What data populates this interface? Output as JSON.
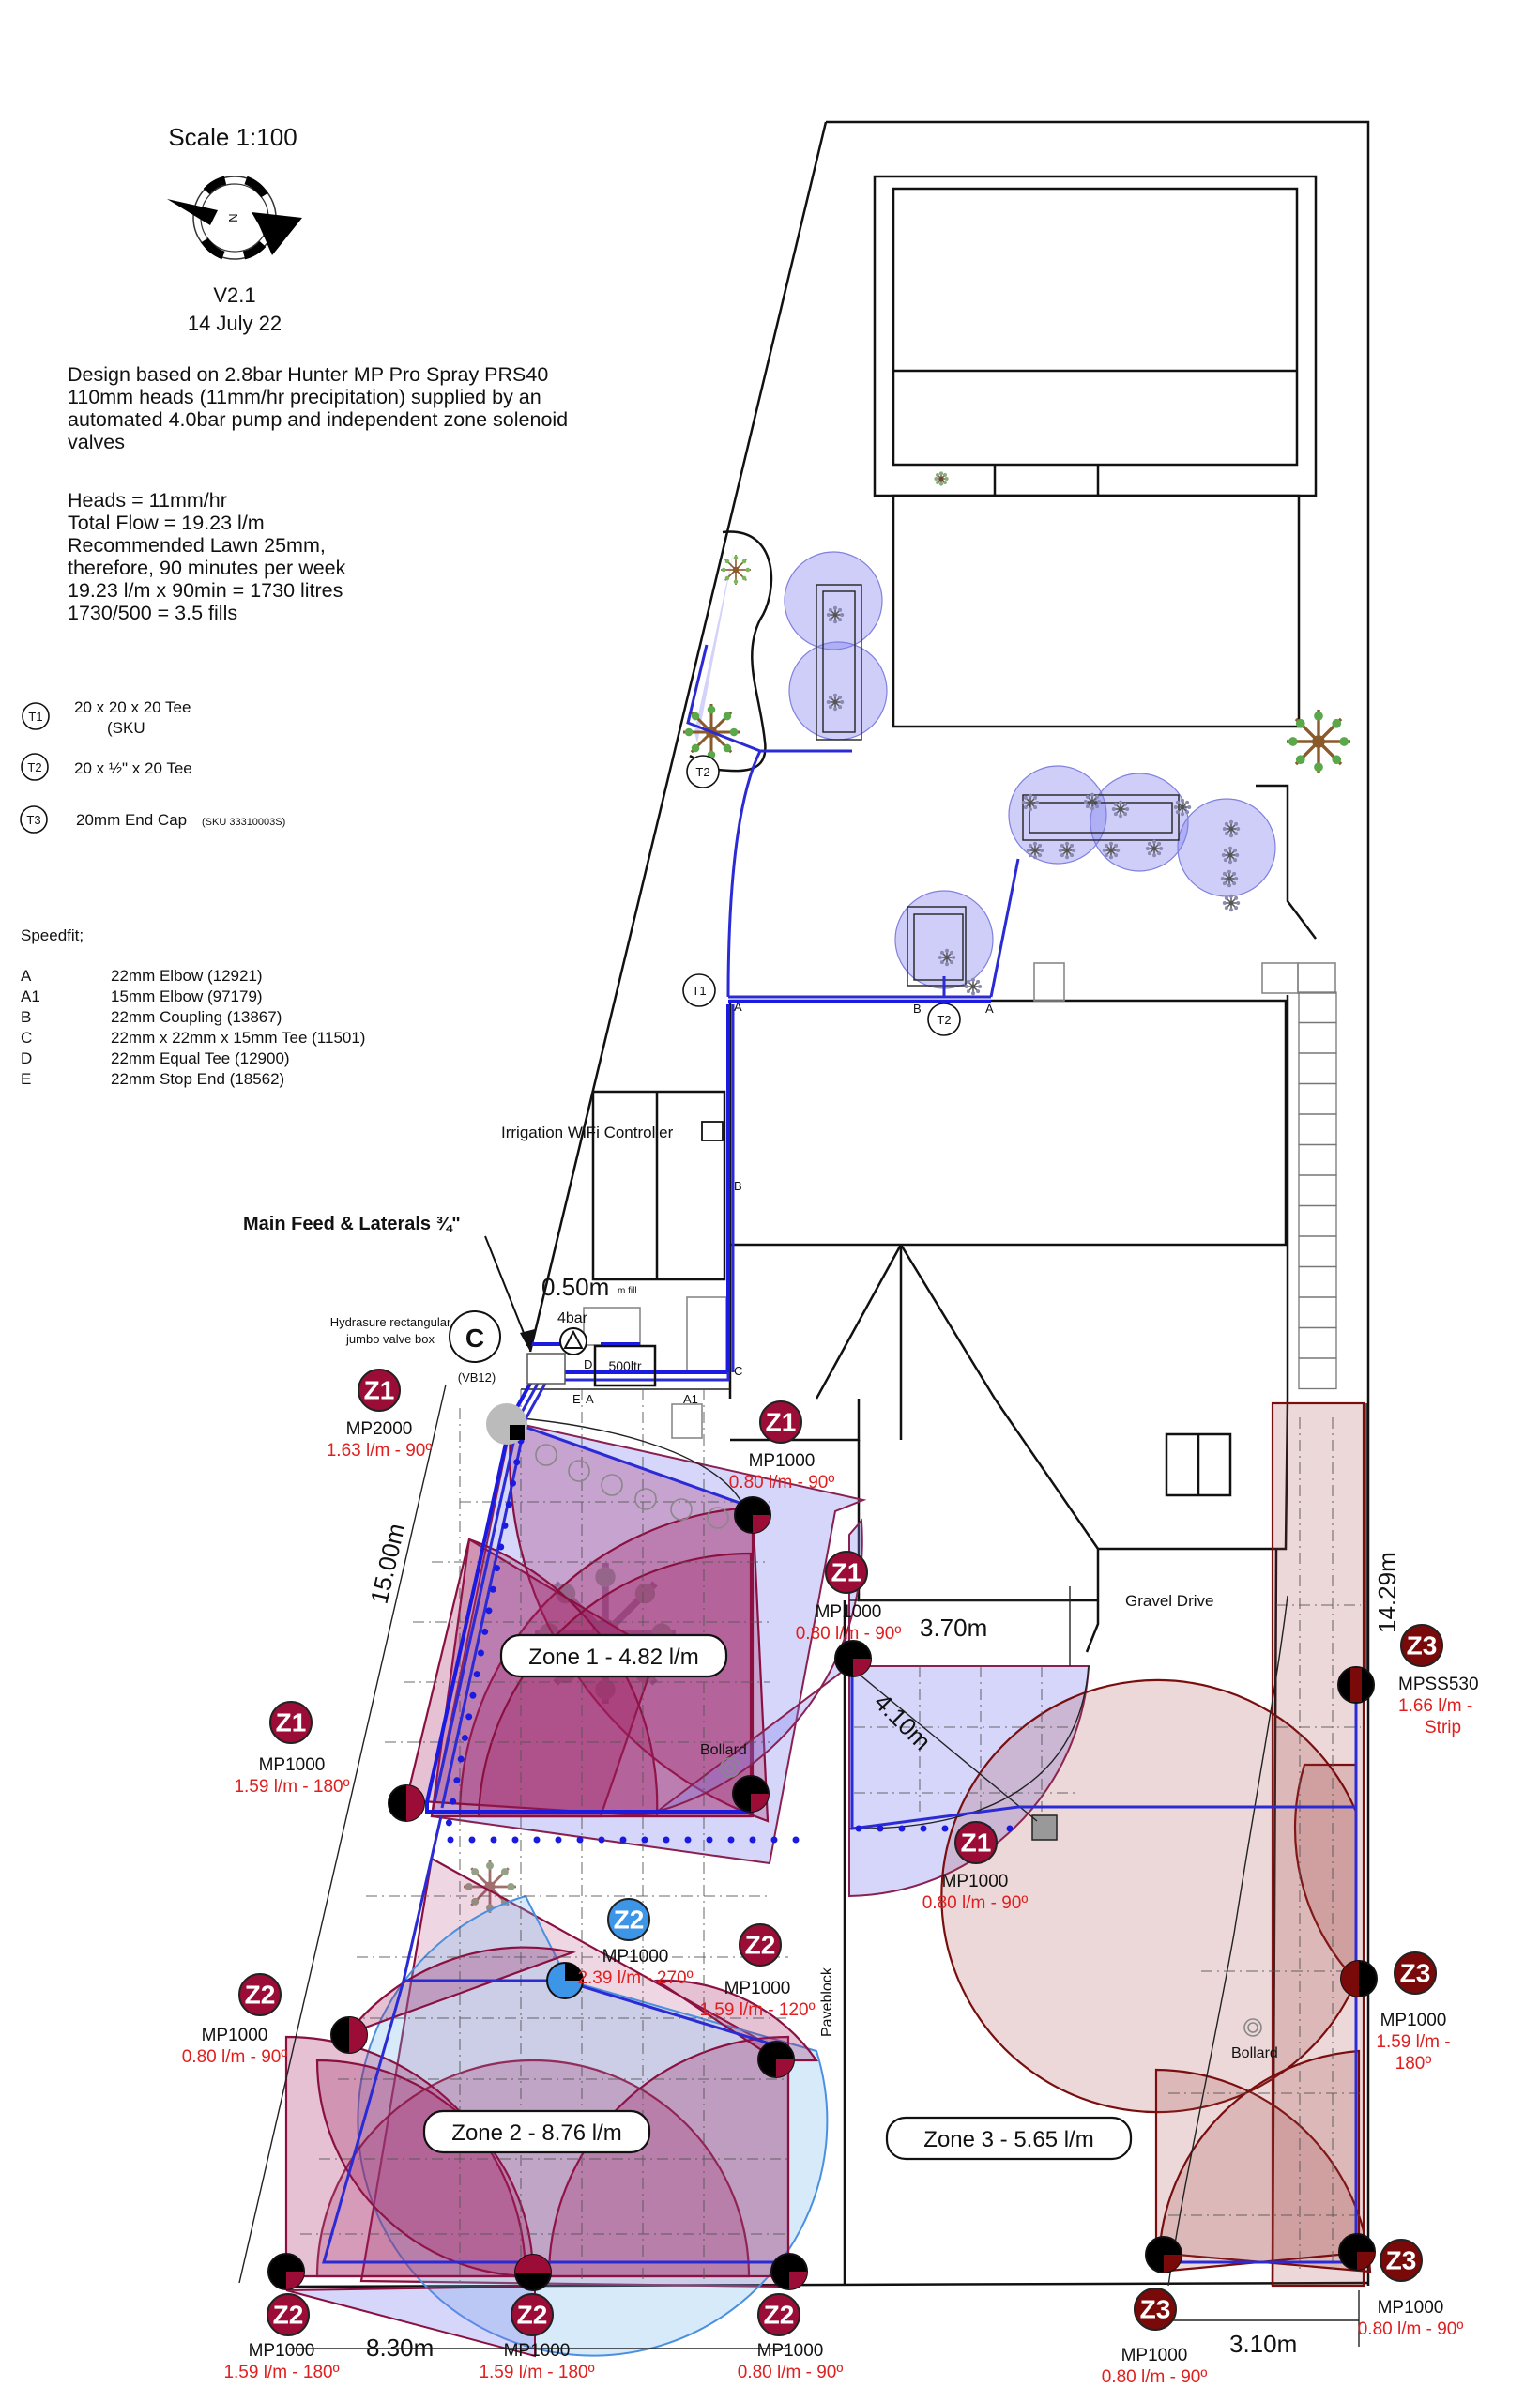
{
  "header": {
    "scale": "Scale 1:100",
    "compass_label": "N",
    "version": "V2.1",
    "date": "14 July 22"
  },
  "design_notes": [
    "Design based on 2.8bar Hunter MP Pro Spray PRS40",
    "110mm heads (11mm/hr precipitation) supplied by an",
    "automated 4.0bar pump and independent zone solenoid",
    "valves"
  ],
  "calculations": [
    "Heads = 11mm/hr",
    "Total Flow = 19.23 l/m",
    "Recommended Lawn 25mm,",
    "therefore, 90 minutes per week",
    "19.23 l/m x 90min = 1730 litres",
    "1730/500 = 3.5 fills"
  ],
  "tee_legend": [
    {
      "code": "T1",
      "desc": "20 x 20 x 20 Tee",
      "sub": "(SKU"
    },
    {
      "code": "T2",
      "desc": "20 x ½\" x 20 Tee",
      "sub": ""
    },
    {
      "code": "T3",
      "desc": "20mm End Cap",
      "sub": "(SKU 33310003S)"
    }
  ],
  "speedfit": {
    "title": "Speedfit;",
    "items": [
      {
        "code": "A",
        "desc": "22mm Elbow (12921)"
      },
      {
        "code": "A1",
        "desc": "15mm Elbow (97179)"
      },
      {
        "code": "B",
        "desc": "22mm Coupling (13867)"
      },
      {
        "code": "C",
        "desc": "22mm x 22mm x 15mm Tee (11501)"
      },
      {
        "code": "D",
        "desc": "22mm Equal Tee (12900)"
      },
      {
        "code": "E",
        "desc": "22mm Stop End (18562)"
      }
    ]
  },
  "plan_labels": {
    "controller": "Irrigation WiFi Controller",
    "main_feed": "Main Feed & Laterals ¾\"",
    "valve_box": [
      "Hydrasure rectangular",
      "jumbo valve box"
    ],
    "valve_box_code": "C",
    "valve_box_ref": "(VB12)",
    "pump": "4bar",
    "tank": "500ltr",
    "fill": "0.50m",
    "fill_suffix": "m fill",
    "gravel_drive": "Gravel Drive",
    "bollard": "Bollard",
    "paveblock": "Paveblock",
    "fittings": {
      "A": "A",
      "A1": "A1",
      "B": "B",
      "C": "C",
      "D": "D",
      "E": "E",
      "T1": "T1",
      "T2": "T2"
    }
  },
  "dimensions": {
    "d1": "15.00m",
    "d2": "3.70m",
    "d3": "4.10m",
    "d4": "14.29m",
    "d5": "8.30m",
    "d6": "3.10m"
  },
  "zones": [
    {
      "label": "Zone 1 - 4.82 l/m",
      "color": "#9b0d36"
    },
    {
      "label": "Zone 2 - 8.76 l/m",
      "color": "#9b0d36"
    },
    {
      "label": "Zone 3 - 5.65 l/m",
      "color": "#7a0a0a"
    }
  ],
  "heads": [
    {
      "zone": "Z1",
      "model": "MP2000",
      "flow": "1.63 l/m - 90º",
      "color": "#9b0d36"
    },
    {
      "zone": "Z1",
      "model": "MP1000",
      "flow": "0.80 l/m - 90º",
      "color": "#9b0d36"
    },
    {
      "zone": "Z1",
      "model": "MP1000",
      "flow": "0.80 l/m - 90º",
      "color": "#9b0d36"
    },
    {
      "zone": "Z1",
      "model": "MP1000",
      "flow": "1.59 l/m - 180º",
      "color": "#9b0d36"
    },
    {
      "zone": "Z1",
      "model": "MP1000",
      "flow": "0.80 l/m - 90º",
      "color": "#9b0d36"
    },
    {
      "zone": "Z2",
      "model": "MP1000",
      "flow": "2.39 l/m - 270º",
      "color": "#3d95e8"
    },
    {
      "zone": "Z2",
      "model": "MP1000",
      "flow": "1.59 l/m - 120º",
      "color": "#9b0d36"
    },
    {
      "zone": "Z2",
      "model": "MP1000",
      "flow": "1.59 l/m - 180º",
      "color": "#9b0d36"
    },
    {
      "zone": "Z2",
      "model": "MP1000",
      "flow": "0.80 l/m - 90º",
      "color": "#9b0d36"
    },
    {
      "zone": "Z2",
      "model": "MP1000",
      "flow": "1.59 l/m - 180º",
      "color": "#9b0d36"
    },
    {
      "zone": "Z2",
      "model": "MP1000",
      "flow": "0.80 l/m - 90º",
      "color": "#9b0d36"
    },
    {
      "zone": "Z3",
      "model": "MPSS530",
      "flow": "1.66 l/m -",
      "flow2": "Strip",
      "color": "#7a0a0a"
    },
    {
      "zone": "Z3",
      "model": "MP1000",
      "flow": "1.59 l/m -",
      "flow2": "180º",
      "color": "#7a0a0a"
    },
    {
      "zone": "Z3",
      "model": "MP1000",
      "flow": "0.80 l/m - 90º",
      "color": "#7a0a0a"
    },
    {
      "zone": "Z3",
      "model": "MP1000",
      "flow": "0.80 l/m - 90º",
      "color": "#7a0a0a"
    }
  ],
  "colors": {
    "pipe": "#1a1ae0",
    "zone_red": "#9b0d36",
    "zone3_red": "#7a0a0a",
    "zone2_blue": "#3d95e8",
    "flow_text": "#e02020"
  }
}
